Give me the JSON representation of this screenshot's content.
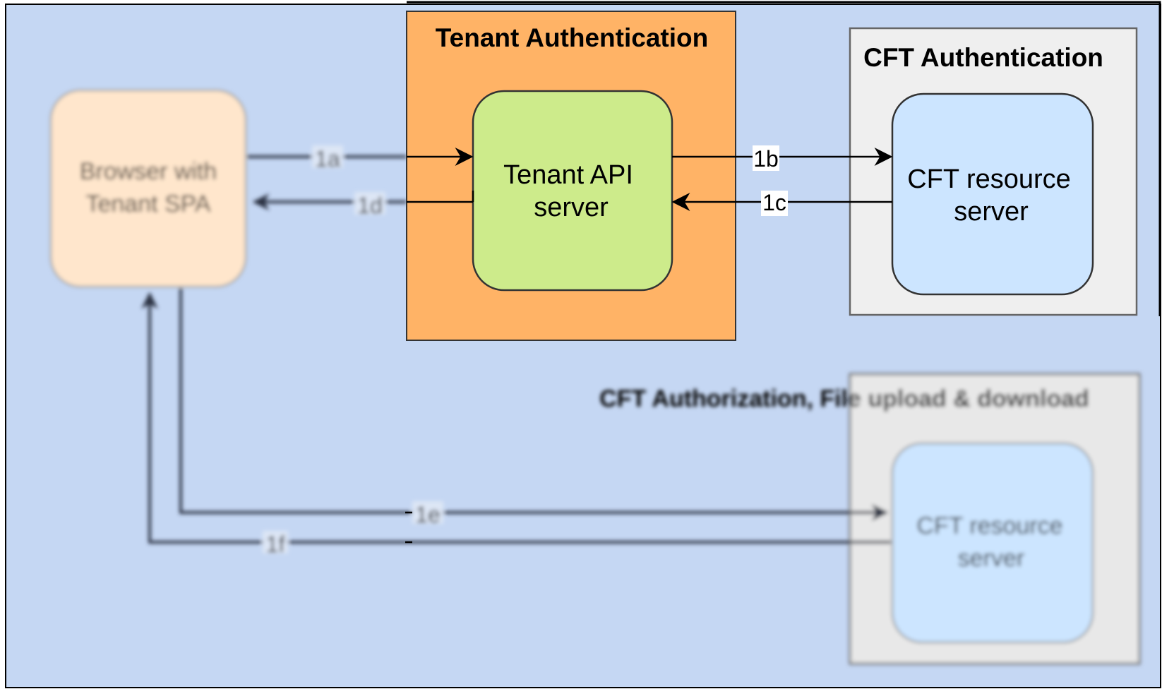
{
  "diagram": {
    "groups": {
      "tenant_auth": {
        "title": "Tenant Authentication"
      },
      "cft_auth": {
        "title": "CFT Authentication"
      },
      "cft_authz": {
        "title": "CFT Authorization, File upload & download"
      }
    },
    "nodes": {
      "browser": {
        "line1": "Browser with",
        "line2": "Tenant SPA"
      },
      "tenant_api": {
        "line1": "Tenant API",
        "line2": "server"
      },
      "cft_resource_top": {
        "line1": "CFT resource",
        "line2": "server"
      },
      "cft_resource_bottom": {
        "line1": "CFT resource",
        "line2": "server"
      }
    },
    "edges": {
      "e1a": {
        "label": "1a"
      },
      "e1b": {
        "label": "1b"
      },
      "e1c": {
        "label": "1c"
      },
      "e1d": {
        "label": "1d"
      },
      "e1e": {
        "label": "1e"
      },
      "e1f": {
        "label": "1f"
      }
    }
  },
  "colors": {
    "background": "#c5d7f3",
    "tenant_auth_fill": "#ffb366",
    "grey_group_fill": "#efefef",
    "browser_fill": "#ffe6cc",
    "tenant_api_fill": "#cdeb8b",
    "cft_resource_fill": "#cce5ff",
    "edge": "#000000"
  }
}
